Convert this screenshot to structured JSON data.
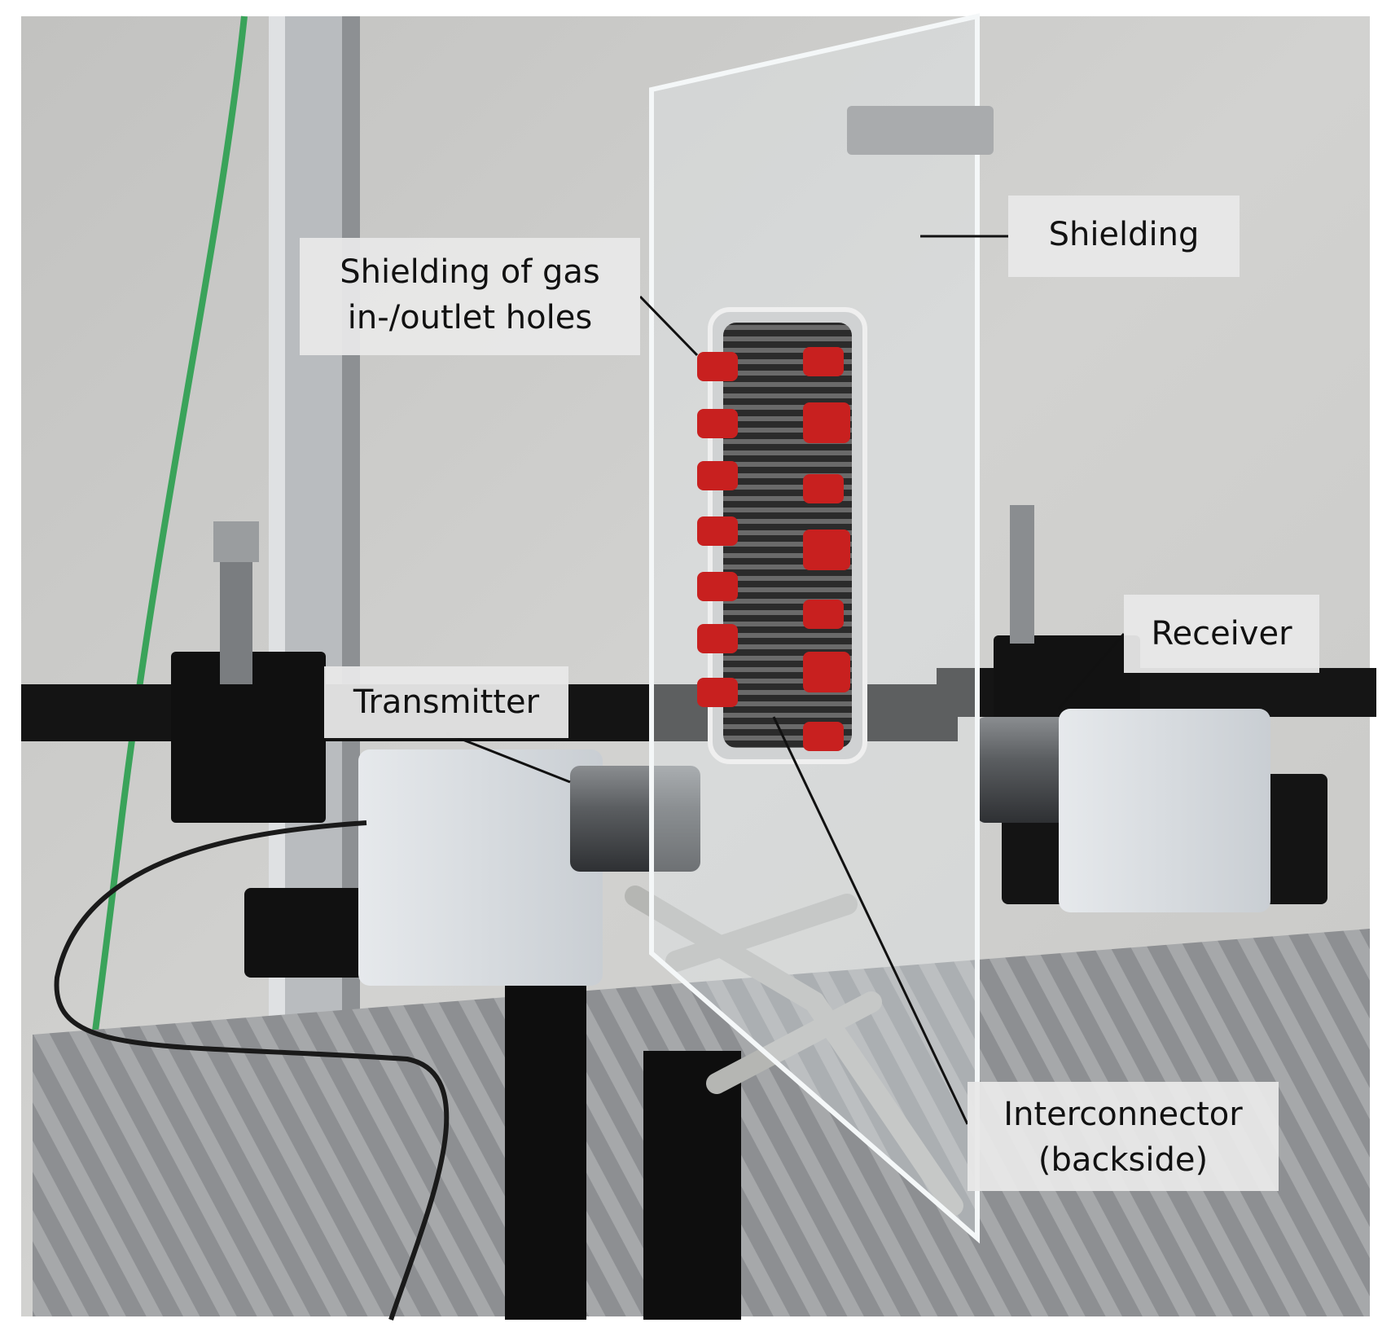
{
  "figure": {
    "labels": {
      "shielding": "Shielding",
      "gas_holes_line1": "Shielding of gas",
      "gas_holes_line2": "in-/outlet holes",
      "receiver": "Receiver",
      "transmitter": "Transmitter",
      "interconnector_line1": "Interconnector",
      "interconnector_line2": "(backside)"
    },
    "colors": {
      "wall": "#cfcfcd",
      "plug_red": "#c8201f",
      "mount_black": "#151515",
      "callout_bg": "#e8e8e8"
    }
  }
}
